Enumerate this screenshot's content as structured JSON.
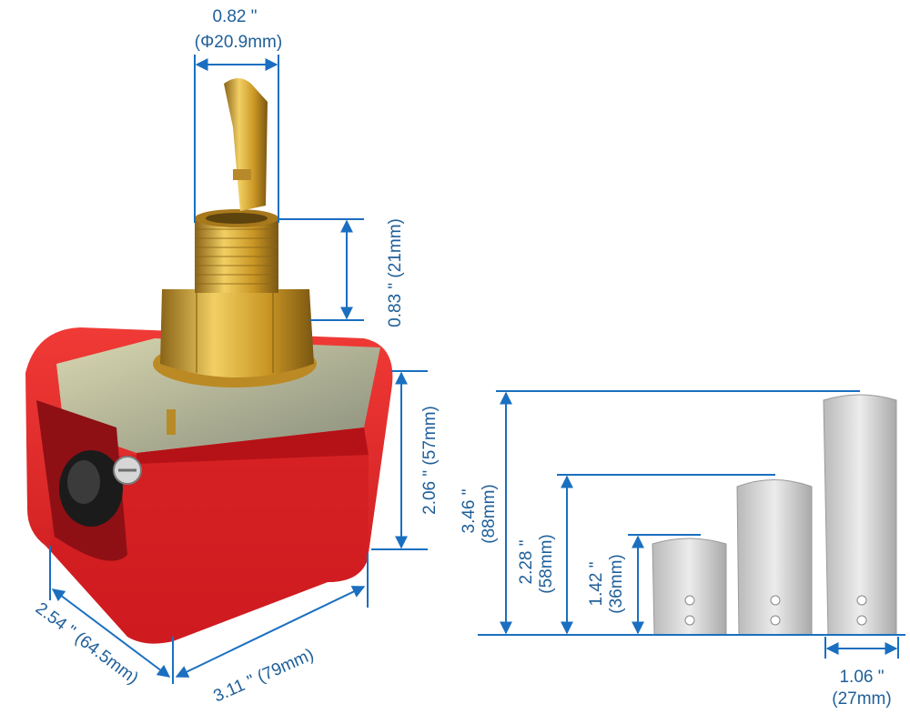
{
  "colors": {
    "dimension_line": "#1a6fc0",
    "label_text": "#1f5f99",
    "housing_red": "#e8262b",
    "brass": "#d9a830",
    "steel": "#c8c8c8"
  },
  "dimensions": {
    "fitting_diameter": {
      "inch": "0.82 \"",
      "metric": "(Φ20.9mm)"
    },
    "thread_length": {
      "text": "0.83 \" (21mm)"
    },
    "housing_height": {
      "text": "2.06 \" (57mm)"
    },
    "housing_width": {
      "text": "3.11 \" (79mm)"
    },
    "housing_depth": {
      "text": "2.54 \" (64.5mm)"
    },
    "paddle_large": {
      "inch": "3.46 \"",
      "metric": "(88mm)"
    },
    "paddle_medium": {
      "inch": "2.28 \"",
      "metric": "(58mm)"
    },
    "paddle_small": {
      "inch": "1.42 \"",
      "metric": "(36mm)"
    },
    "paddle_width": {
      "inch": "1.06 \"",
      "metric": "(27mm)"
    }
  },
  "icons": [
    "flow-switch-housing-image",
    "brass-fitting-image",
    "paddle-blade-image"
  ]
}
